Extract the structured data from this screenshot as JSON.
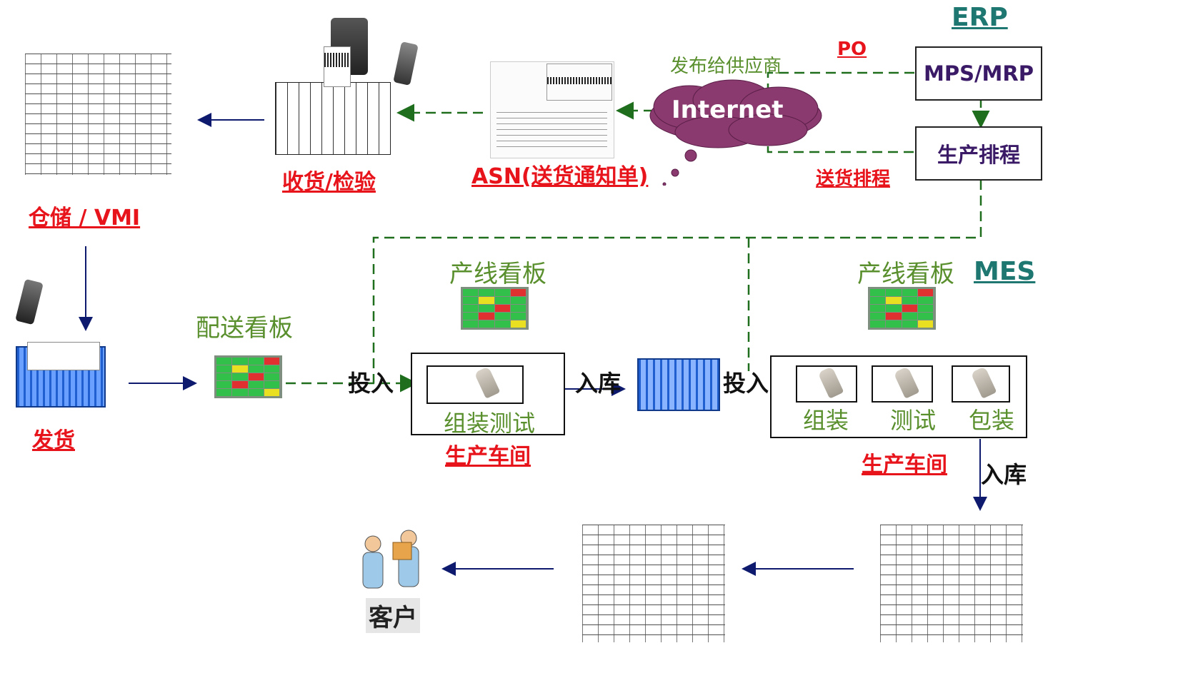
{
  "erp": {
    "title": "ERP",
    "mps_mrp": "MPS/MRP",
    "scheduling": "生产排程",
    "po": "PO",
    "publish_to_supplier": "发布给供应商",
    "delivery_schedule": "送货排程",
    "internet": "Internet"
  },
  "supply": {
    "asn": "ASN(送货通知单)",
    "receiving": "收货/检验",
    "warehouse_vmi": "仓储 / VMI",
    "shipping": "发货"
  },
  "mes": {
    "title": "MES",
    "delivery_kanban": "配送看板",
    "line_kanban_1": "产线看板",
    "line_kanban_2": "产线看板",
    "input_1": "投入",
    "input_2": "投入",
    "store_1": "入库",
    "store_2": "入库",
    "assembly_test": "组装测试",
    "workshop_1": "生产车间",
    "workshop_2": "生产车间",
    "assembly": "组装",
    "test": "测试",
    "packing": "包装",
    "customer": "客户"
  },
  "colors": {
    "red": "#e8141c",
    "green_label": "#5a8f2e",
    "dashed_green": "#1e6e1e",
    "arrow_navy": "#0d1a6e",
    "internet_cloud": "#8a3a6e",
    "teal": "#1f7772",
    "purple_text": "#3a1a66"
  },
  "icons": [
    "warehouse-rack-icon",
    "barcode-printer-icon",
    "handheld-scanner-icon",
    "pallet-boxes-icon",
    "asn-document-icon",
    "internet-cloud-icon",
    "kanban-board-icon",
    "barcode-scanner-icon",
    "blue-cage-container-icon",
    "customer-handover-icon"
  ]
}
